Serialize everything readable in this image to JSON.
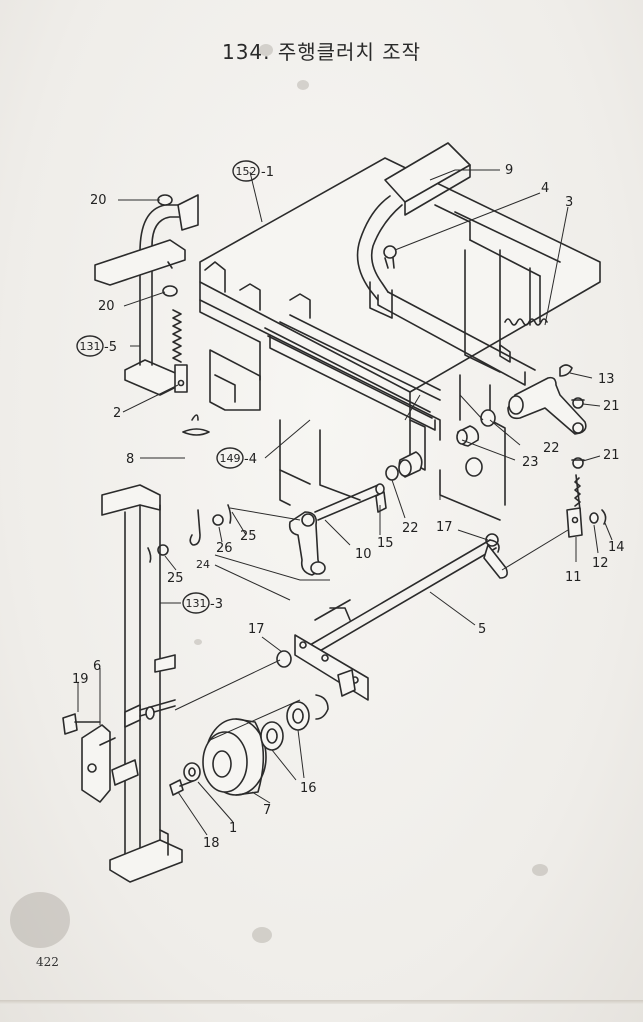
{
  "title": "134. 주행클러치 조작",
  "page_number": "422",
  "callouts": {
    "c1": {
      "ref": "152",
      "suffix": "-1"
    },
    "c2": {
      "ref": "131",
      "suffix": "-5"
    },
    "c3": {
      "ref": "149",
      "suffix": "-4"
    },
    "c4": {
      "ref": "131",
      "suffix": "-3"
    }
  },
  "labels": {
    "l1": "1",
    "l2": "2",
    "l3": "3",
    "l4": "4",
    "l5": "5",
    "l6": "6",
    "l7": "7",
    "l8": "8",
    "l9": "9",
    "l10": "10",
    "l11": "11",
    "l12": "12",
    "l13": "13",
    "l14": "14",
    "l15": "15",
    "l16": "16",
    "l17a": "17",
    "l17b": "17",
    "l18": "18",
    "l19": "19",
    "l20a": "20",
    "l20b": "20",
    "l21a": "21",
    "l21b": "21",
    "l22a": "22",
    "l22b": "22",
    "l23": "23",
    "l24": "24",
    "l25a": "25",
    "l25b": "25",
    "l26": "26"
  }
}
